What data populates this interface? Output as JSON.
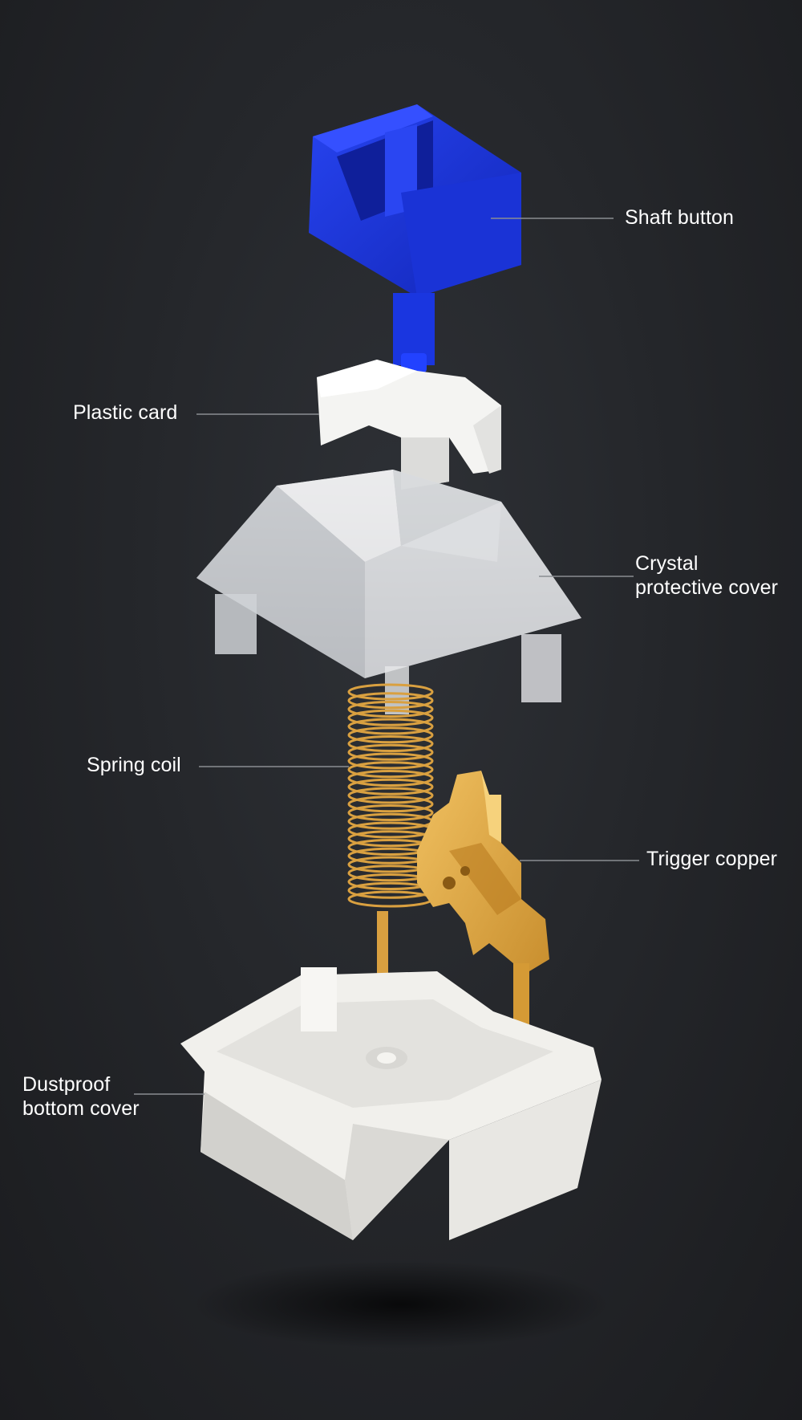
{
  "diagram": {
    "labels": {
      "shaft_button": "Shaft button",
      "plastic_card": "Plastic card",
      "crystal_cover_line1": "Crystal",
      "crystal_cover_line2": "protective cover",
      "spring_coil": "Spring coil",
      "trigger_copper": "Trigger copper",
      "dustproof_line1": "Dustproof",
      "dustproof_line2": "bottom cover"
    },
    "colors": {
      "background": "#24262a",
      "shaft_blue": "#1a33d6",
      "copper_gold": "#d9a040",
      "housing_white": "#f1f0ec",
      "leader_line": "#8a8d92"
    },
    "components": [
      "shaft-button",
      "plastic-card",
      "crystal-protective-cover",
      "spring-coil",
      "trigger-copper",
      "dustproof-bottom-cover"
    ]
  }
}
